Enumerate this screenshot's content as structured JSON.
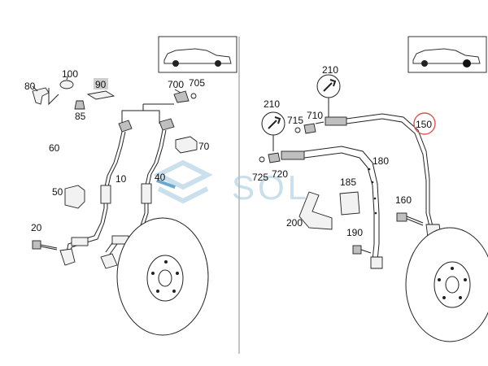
{
  "labels": {
    "l80": "80",
    "l100": "100",
    "l90": "90",
    "l85": "85",
    "l700": "700",
    "l705": "705",
    "l60": "60",
    "l70": "70",
    "l10": "10",
    "l40": "40",
    "l50": "50",
    "l20": "20",
    "l210a": "210",
    "l210b": "210",
    "l715": "715",
    "l710": "710",
    "l150": "150",
    "l180": "180",
    "l725": "725",
    "l720": "720",
    "l185": "185",
    "l160": "160",
    "l200": "200",
    "l190": "190"
  },
  "watermark": {
    "text": "SOL"
  },
  "colors": {
    "highlight_circle": "#d9534f",
    "watermark": "#9ec6dd",
    "accent_stripe": "#6aa9cf"
  }
}
